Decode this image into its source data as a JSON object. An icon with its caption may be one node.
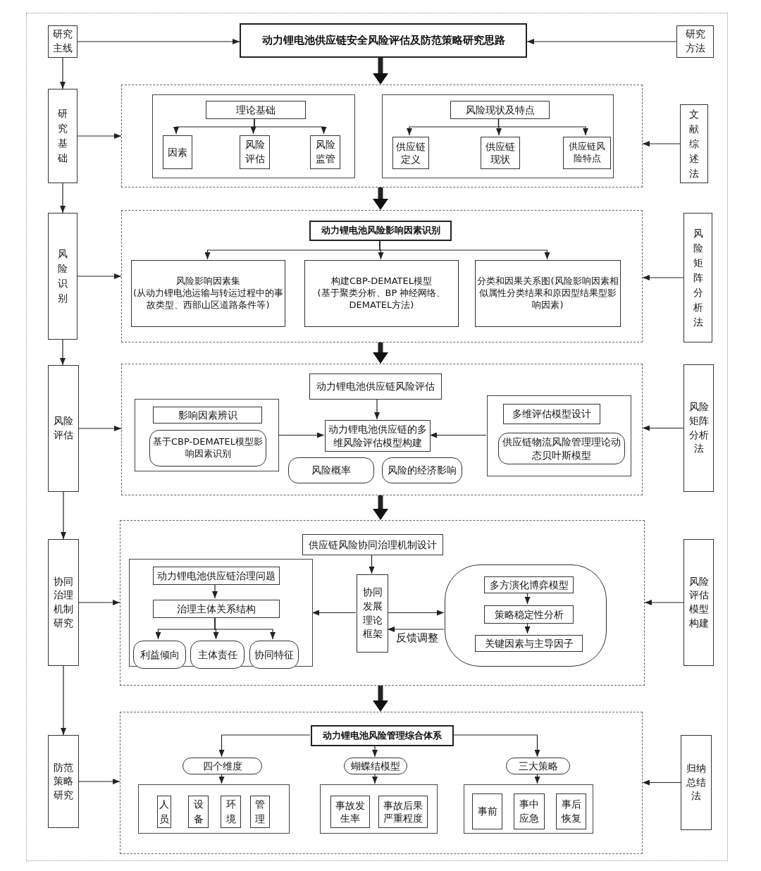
{
  "diagram": {
    "nodes": [
      {
        "text": [
          "研究主线"
        ]
      },
      {
        "text": [
          "动力锂电池供应链安全风险评估及防范策略研究思路"
        ]
      },
      {
        "text": [
          "研究方法"
        ]
      },
      {
        "text": [
          "研究基础"
        ]
      },
      {
        "text": [],
        "shape": "box"
      },
      {
        "text": [],
        "shape": "box",
        "in": 4
      },
      {
        "text": [
          "理论基础"
        ],
        "in": 5
      },
      {
        "text": [
          "因素"
        ],
        "in": 5
      },
      {
        "text": [
          "风险评估"
        ],
        "in": 5
      },
      {
        "text": [
          "风险监管"
        ],
        "in": 5
      },
      {
        "text": [],
        "shape": "box",
        "in": 4
      },
      {
        "text": [
          "风险现状及特点"
        ],
        "in": 10
      },
      {
        "text": [
          "供应链定义"
        ],
        "in": 10
      },
      {
        "text": [
          "供应链现状"
        ],
        "in": 10
      },
      {
        "text": [
          "供应链风险特点"
        ],
        "in": 10
      },
      {
        "text": [
          "文献综述法"
        ]
      },
      {
        "text": [
          "风险识别"
        ]
      },
      {
        "text": [],
        "shape": "box"
      },
      {
        "text": [
          "动力锂电池风险影响因素识别"
        ],
        "in": 17
      },
      {
        "text": [
          "风险影响因素集",
          "(从动力锂电池运输与转运过程中的事故类型、西部山区道路条件等)"
        ],
        "in": 17
      },
      {
        "text": [
          "构建CBP-DEMATEL模型",
          "(基于聚类分析、BP 神经网络、DEMATEL方法)"
        ],
        "in": 17
      },
      {
        "text": [
          "分类和因果关系图(风险影响因素相似属性分类结果和原因型结果型影响因素)"
        ],
        "in": 17
      },
      {
        "text": [
          "风险矩阵分析法"
        ]
      },
      {
        "text": [
          "风险评估"
        ]
      },
      {
        "text": [],
        "shape": "box"
      },
      {
        "text": [
          "动力锂电池供应链风险评估"
        ],
        "in": 24
      },
      {
        "text": [],
        "shape": "box",
        "in": 24
      },
      {
        "text": [
          "影响因素辨识"
        ],
        "in": 26
      },
      {
        "text": [
          "基于CBP-DEMATEL模型影响因素识别"
        ],
        "in": 26
      },
      {
        "text": [
          "动力锂电池供应链的多维风险评估模型构建"
        ],
        "in": 24
      },
      {
        "text": [
          "风险概率"
        ],
        "in": 24
      },
      {
        "text": [
          "风险的经济影响"
        ],
        "in": 24
      },
      {
        "text": [],
        "shape": "box",
        "in": 24
      },
      {
        "text": [
          "多维评估模型设计"
        ],
        "in": 32
      },
      {
        "text": [
          "供应链物流风险管理理论动态贝叶斯模型"
        ],
        "in": 32
      },
      {
        "text": [
          "风险矩阵分析法"
        ]
      },
      {
        "text": [
          "协同治理机制研究"
        ]
      },
      {
        "text": [],
        "shape": "box"
      },
      {
        "text": [
          "供应链风险协同治理机制设计"
        ],
        "in": 37
      },
      {
        "text": [],
        "shape": "box",
        "in": 37
      },
      {
        "text": [
          "动力锂电池供应链治理问题"
        ],
        "in": 39
      },
      {
        "text": [
          "治理主体关系结构"
        ],
        "in": 39
      },
      {
        "text": [
          "利益倾向"
        ],
        "in": 39
      },
      {
        "text": [
          "主体责任"
        ],
        "in": 39
      },
      {
        "text": [
          "协同特征"
        ],
        "in": 39
      },
      {
        "text": [
          "协同发展理论框架"
        ],
        "in": 37
      },
      {
        "text": [],
        "shape": "box",
        "in": 37
      },
      {
        "text": [
          "多方演化博弈模型"
        ],
        "in": 46
      },
      {
        "text": [
          "策略稳定性分析"
        ],
        "in": 46
      },
      {
        "text": [
          "关键因素与主导因子"
        ],
        "in": 46
      },
      {
        "text": [
          "风险评估模型构建"
        ]
      },
      {
        "text": [
          "防范策略研究"
        ]
      },
      {
        "text": [],
        "shape": "box"
      },
      {
        "text": [
          "动力锂电池风险管理综合体系"
        ],
        "in": 52
      },
      {
        "text": [
          "四个维度"
        ],
        "in": 52
      },
      {
        "text": [
          "蝴蝶结模型"
        ],
        "in": 52
      },
      {
        "text": [
          "三大策略"
        ],
        "in": 52
      },
      {
        "text": [],
        "shape": "box",
        "in": 52
      },
      {
        "text": [
          "人员"
        ],
        "in": 57
      },
      {
        "text": [
          "设备"
        ],
        "in": 57
      },
      {
        "text": [
          "环境"
        ],
        "in": 57
      },
      {
        "text": [
          "管理"
        ],
        "in": 57
      },
      {
        "text": [],
        "shape": "box",
        "in": 52
      },
      {
        "text": [
          "事故发生率"
        ],
        "in": 62
      },
      {
        "text": [
          "事故后果严重程度"
        ],
        "in": 62
      },
      {
        "text": [],
        "shape": "box",
        "in": 52
      },
      {
        "text": [
          "事前"
        ],
        "in": 65
      },
      {
        "text": [
          "事中应急"
        ],
        "in": 65
      },
      {
        "text": [
          "事后恢复"
        ],
        "in": 65
      },
      {
        "text": [
          "归纳总结法"
        ]
      }
    ],
    "edges": [
      {
        "from": 0,
        "to": 1,
        "arrow": "to"
      },
      {
        "from": 2,
        "to": 1,
        "arrow": "to"
      },
      {
        "from": 0,
        "to": 3,
        "arrow": "to"
      },
      {
        "from": 1,
        "to": 4,
        "arrow": "to",
        "style": "thick"
      },
      {
        "from": 3,
        "to": 4,
        "arrow": "to"
      },
      {
        "from": 15,
        "to": 4,
        "arrow": "to"
      },
      {
        "from": 6,
        "to": 7,
        "arrow": "to"
      },
      {
        "from": 6,
        "to": 8,
        "arrow": "to"
      },
      {
        "from": 6,
        "to": 9,
        "arrow": "to"
      },
      {
        "from": 11,
        "to": 12,
        "arrow": "to"
      },
      {
        "from": 11,
        "to": 13,
        "arrow": "to"
      },
      {
        "from": 11,
        "to": 14,
        "arrow": "to"
      },
      {
        "from": 3,
        "to": 16,
        "arrow": "to"
      },
      {
        "from": 4,
        "to": 17,
        "arrow": "to",
        "style": "thick"
      },
      {
        "from": 16,
        "to": 17,
        "arrow": "to"
      },
      {
        "from": 22,
        "to": 17,
        "arrow": "to"
      },
      {
        "from": 18,
        "to": 19,
        "arrow": "to"
      },
      {
        "from": 18,
        "to": 20,
        "arrow": "to"
      },
      {
        "from": 18,
        "to": 21,
        "arrow": "to"
      },
      {
        "from": 16,
        "to": 23,
        "arrow": "to"
      },
      {
        "from": 17,
        "to": 24,
        "arrow": "to",
        "style": "thick"
      },
      {
        "from": 23,
        "to": 24,
        "arrow": "to"
      },
      {
        "from": 35,
        "to": 24,
        "arrow": "to"
      },
      {
        "from": 25,
        "to": 29,
        "arrow": "to"
      },
      {
        "from": 26,
        "to": 29,
        "arrow": "to"
      },
      {
        "from": 32,
        "to": 29,
        "arrow": "to"
      },
      {
        "from": 23,
        "to": 36,
        "arrow": "to"
      },
      {
        "from": 24,
        "to": 37,
        "arrow": "to",
        "style": "thick"
      },
      {
        "from": 36,
        "to": 37,
        "arrow": "to"
      },
      {
        "from": 50,
        "to": 37,
        "arrow": "to"
      },
      {
        "from": 38,
        "to": 45,
        "arrow": "to"
      },
      {
        "from": 45,
        "to": 39,
        "arrow": "to"
      },
      {
        "from": 45,
        "to": 46,
        "arrow": "to"
      },
      {
        "from": 46,
        "to": 45,
        "arrow": "to",
        "label": "反馈调整"
      },
      {
        "from": 40,
        "to": 41,
        "arrow": "to"
      },
      {
        "from": 41,
        "to": 42,
        "arrow": "to"
      },
      {
        "from": 41,
        "to": 43,
        "arrow": "to"
      },
      {
        "from": 41,
        "to": 44,
        "arrow": "to"
      },
      {
        "from": 47,
        "to": 48,
        "arrow": "to"
      },
      {
        "from": 48,
        "to": 49,
        "arrow": "to"
      },
      {
        "from": 36,
        "to": 51,
        "arrow": "to"
      },
      {
        "from": 37,
        "to": 52,
        "arrow": "to",
        "style": "thick"
      },
      {
        "from": 51,
        "to": 52,
        "arrow": "to"
      },
      {
        "from": 69,
        "to": 52,
        "arrow": "to"
      },
      {
        "from": 53,
        "to": 54,
        "arrow": "to"
      },
      {
        "from": 53,
        "to": 55,
        "arrow": "to"
      },
      {
        "from": 53,
        "to": 56,
        "arrow": "to"
      },
      {
        "from": 54,
        "to": 57,
        "arrow": "to"
      },
      {
        "from": 55,
        "to": 62,
        "arrow": "to"
      },
      {
        "from": 56,
        "to": 65,
        "arrow": "to"
      }
    ]
  }
}
